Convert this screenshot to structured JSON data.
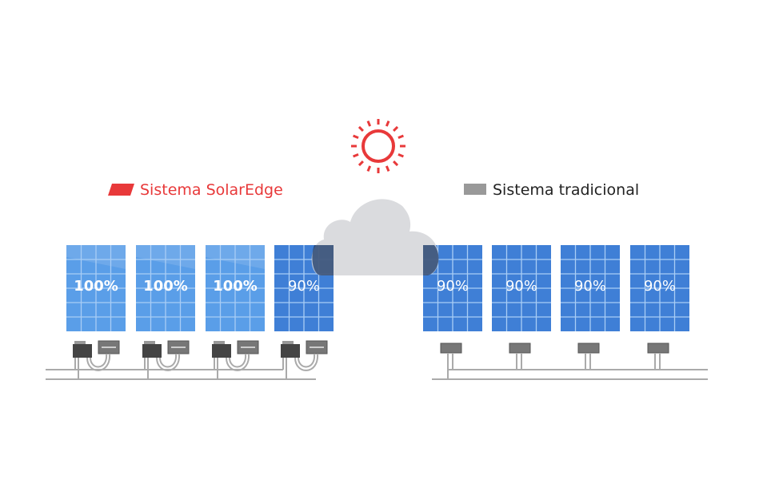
{
  "colors": {
    "accent_red": "#e8393a",
    "gray_marker": "#999999",
    "panel_light": "#5a9ee8",
    "panel_dark": "#3f7fd6",
    "cloud": "#d6d8db"
  },
  "solaredge": {
    "title": "Sistema SolarEdge",
    "panels": [
      {
        "label": "100%",
        "shade": "light"
      },
      {
        "label": "100%",
        "shade": "light"
      },
      {
        "label": "100%",
        "shade": "light"
      },
      {
        "label": "90%",
        "shade": "dark"
      }
    ]
  },
  "traditional": {
    "title": "Sistema tradicional",
    "panels": [
      {
        "label": "90%",
        "shade": "dark"
      },
      {
        "label": "90%",
        "shade": "dark"
      },
      {
        "label": "90%",
        "shade": "dark"
      },
      {
        "label": "90%",
        "shade": "dark"
      }
    ]
  }
}
